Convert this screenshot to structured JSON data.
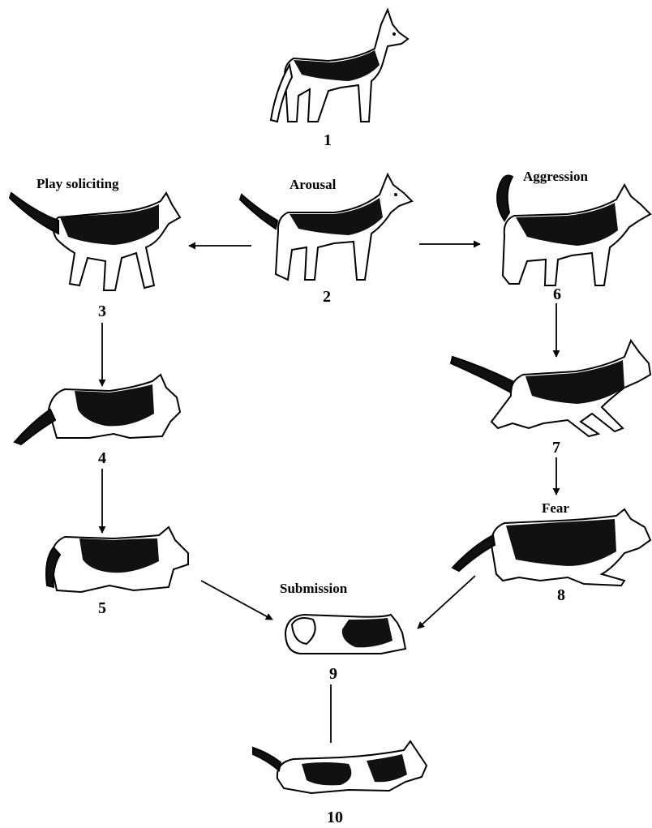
{
  "diagram": {
    "states": {
      "arousal": "Arousal",
      "play_soliciting": "Play soliciting",
      "aggression": "Aggression",
      "fear": "Fear",
      "submission": "Submission"
    },
    "poses": [
      {
        "id": 1,
        "label": "1"
      },
      {
        "id": 2,
        "label": "2"
      },
      {
        "id": 3,
        "label": "3"
      },
      {
        "id": 4,
        "label": "4"
      },
      {
        "id": 5,
        "label": "5"
      },
      {
        "id": 6,
        "label": "6"
      },
      {
        "id": 7,
        "label": "7"
      },
      {
        "id": 8,
        "label": "8"
      },
      {
        "id": 9,
        "label": "9"
      },
      {
        "id": 10,
        "label": "10"
      }
    ],
    "transitions": [
      {
        "from": "2",
        "to": "3"
      },
      {
        "from": "2",
        "to": "6"
      },
      {
        "from": "3",
        "to": "4"
      },
      {
        "from": "4",
        "to": "5"
      },
      {
        "from": "5",
        "to": "9"
      },
      {
        "from": "6",
        "to": "7"
      },
      {
        "from": "7",
        "to": "8"
      },
      {
        "from": "8",
        "to": "9"
      },
      {
        "from": "9",
        "to": "10"
      }
    ],
    "colors": {
      "ink": "#000000",
      "coat": "#ffffff",
      "background": "#ffffff"
    }
  }
}
